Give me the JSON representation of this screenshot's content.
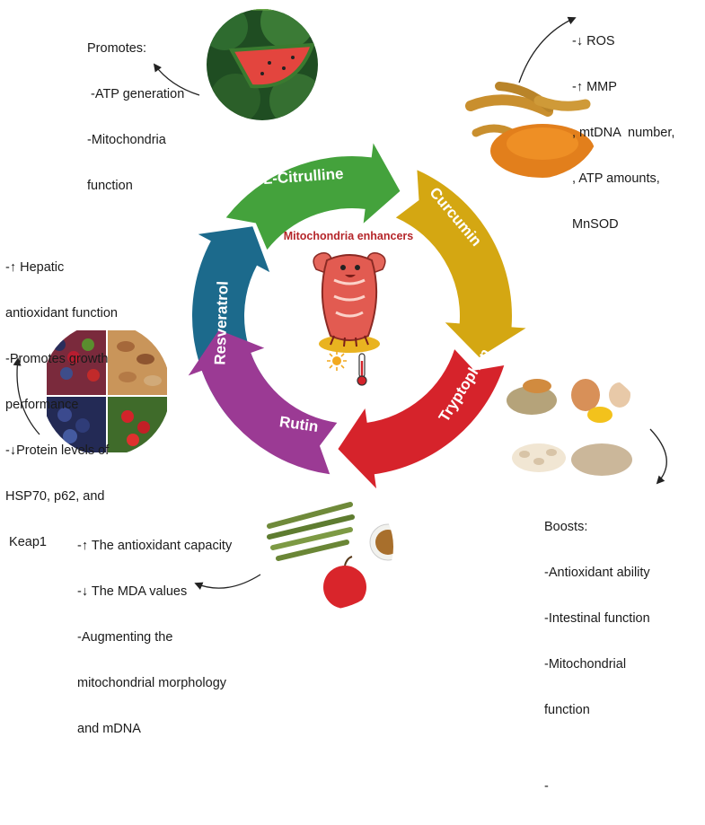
{
  "center_title": "Mitochondria enhancers",
  "segments": {
    "citrulline": "L-Citrulline",
    "curcumin": "Curcumin",
    "tryptophan": "Tryptophan",
    "rutin": "Rutin",
    "resveratrol": "Resveratrol"
  },
  "colors": {
    "citrulline": "#44a23c",
    "curcumin": "#d4a712",
    "tryptophan": "#d6232b",
    "rutin": "#9b3a94",
    "resveratrol": "#1c6a8c",
    "center_title": "#b5262a"
  },
  "notes": {
    "citrulline": [
      "Promotes:",
      " -ATP generation",
      "-Mitochondria",
      "function"
    ],
    "curcumin": [
      "-↓ ROS",
      "-↑ MMP",
      ", mtDNA  number,",
      ", ATP amounts,",
      "MnSOD"
    ],
    "resveratrol": [
      "-↑ Hepatic",
      "antioxidant function",
      "-Promotes growth",
      "performance",
      "-↓Protein levels of",
      "HSP70, p62, and",
      " Keap1"
    ],
    "rutin": [
      "-↑ The antioxidant capacity",
      "-↓ The MDA values",
      "-Augmenting the",
      "mitochondrial morphology",
      "and mDNA"
    ],
    "tryptophan": [
      "Boosts:",
      "-Antioxidant ability",
      "-Intestinal function",
      "-Mitochondrial",
      "function",
      "",
      "-"
    ]
  },
  "icons": [
    "watermelon-image",
    "turmeric-image",
    "berries-nuts-image",
    "asparagus-apple-image",
    "seeds-eggs-image",
    "mitochondria-mascot",
    "sun-icon",
    "thermometer-icon"
  ]
}
